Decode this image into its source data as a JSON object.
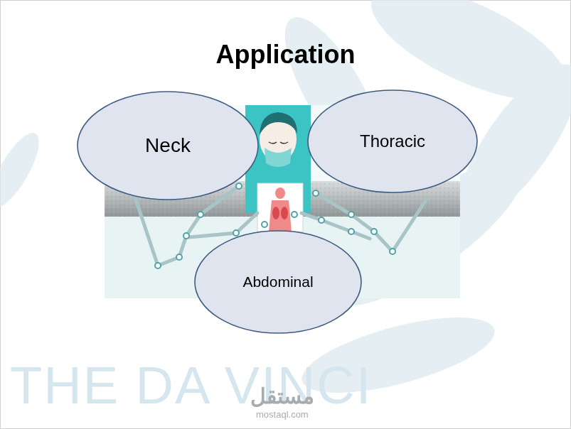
{
  "diagram": {
    "title": "Application",
    "nodes": [
      {
        "text": [
          "Neck"
        ]
      },
      {
        "text": [
          "Thoracic"
        ]
      },
      {
        "text": [
          "Abdominal"
        ]
      }
    ],
    "edges": [],
    "labels": [
      "THE DA VINCI",
      "مستقل",
      "mostaql.com"
    ]
  }
}
